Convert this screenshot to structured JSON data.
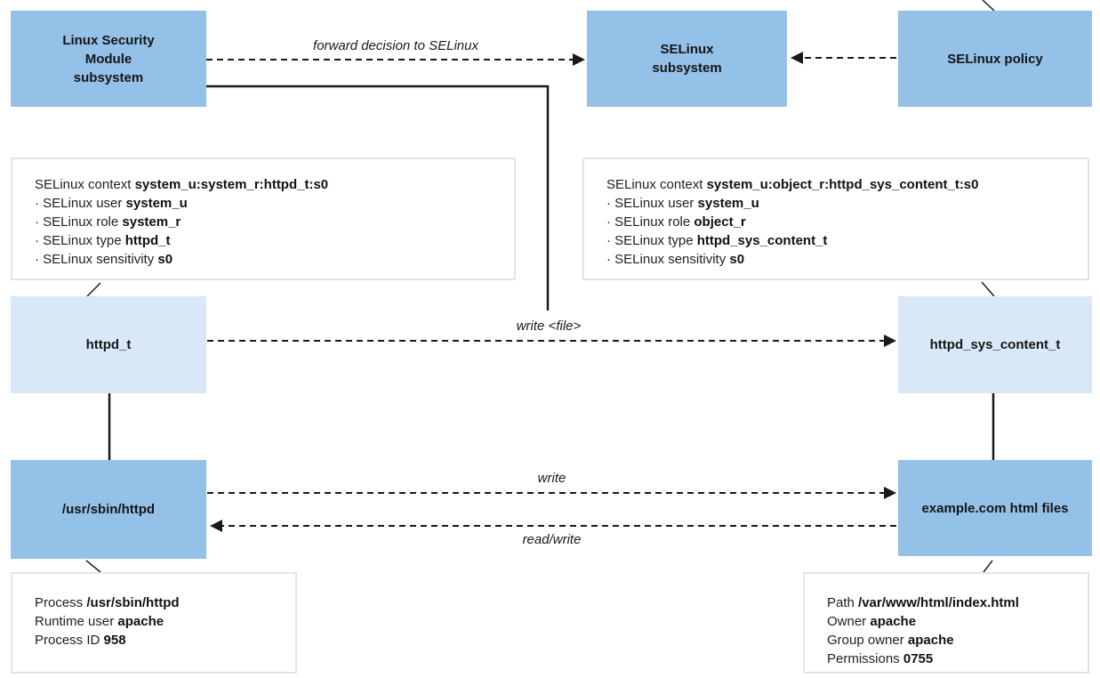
{
  "boxes": {
    "lsm": {
      "label": "Linux Security\nModule\nsubsystem"
    },
    "selinux_subsystem": {
      "label": "SELinux\nsubsystem"
    },
    "selinux_policy": {
      "label": "SELinux policy"
    },
    "httpd_t": {
      "label": "httpd_t"
    },
    "httpd_sys_content_t": {
      "label": "httpd_sys_content_t"
    },
    "usr_sbin_httpd": {
      "label": "/usr/sbin/httpd"
    },
    "example_files": {
      "label": "example.com html files"
    }
  },
  "arrows": {
    "forward_decision": {
      "label": "forward decision to SELinux"
    },
    "write_file": {
      "label": "write <file>"
    },
    "write": {
      "label": "write"
    },
    "read_write": {
      "label": "read/write"
    }
  },
  "process_context": {
    "lines": [
      {
        "prefix": "SELinux context ",
        "value": "system_u:system_r:httpd_t:s0"
      },
      {
        "prefix": "· SELinux user ",
        "value": "system_u"
      },
      {
        "prefix": "· SELinux role ",
        "value": "system_r"
      },
      {
        "prefix": "· SELinux type ",
        "value": "httpd_t"
      },
      {
        "prefix": "· SELinux sensitivity ",
        "value": "s0"
      }
    ]
  },
  "file_context": {
    "lines": [
      {
        "prefix": "SELinux context ",
        "value": "system_u:object_r:httpd_sys_content_t:s0"
      },
      {
        "prefix": "· SELinux user ",
        "value": "system_u"
      },
      {
        "prefix": "· SELinux role ",
        "value": "object_r"
      },
      {
        "prefix": "· SELinux type ",
        "value": "httpd_sys_content_t"
      },
      {
        "prefix": "· SELinux sensitivity ",
        "value": "s0"
      }
    ]
  },
  "process_info": {
    "lines": [
      {
        "prefix": "Process ",
        "value": "/usr/sbin/httpd"
      },
      {
        "prefix": "Runtime user ",
        "value": "apache"
      },
      {
        "prefix": "Process ID ",
        "value": "958"
      }
    ]
  },
  "file_info": {
    "lines": [
      {
        "prefix": "Path ",
        "value": "/var/www/html/index.html"
      },
      {
        "prefix": "Owner ",
        "value": "apache"
      },
      {
        "prefix": "Group owner ",
        "value": "apache"
      },
      {
        "prefix": "Permissions ",
        "value": "0755"
      }
    ]
  },
  "colors": {
    "node_blue": "#94c1e8",
    "node_light_blue": "#d9e8f7",
    "line": "#1a1a1a",
    "annotation_border": "#e4e4e4",
    "text": "#151515"
  }
}
